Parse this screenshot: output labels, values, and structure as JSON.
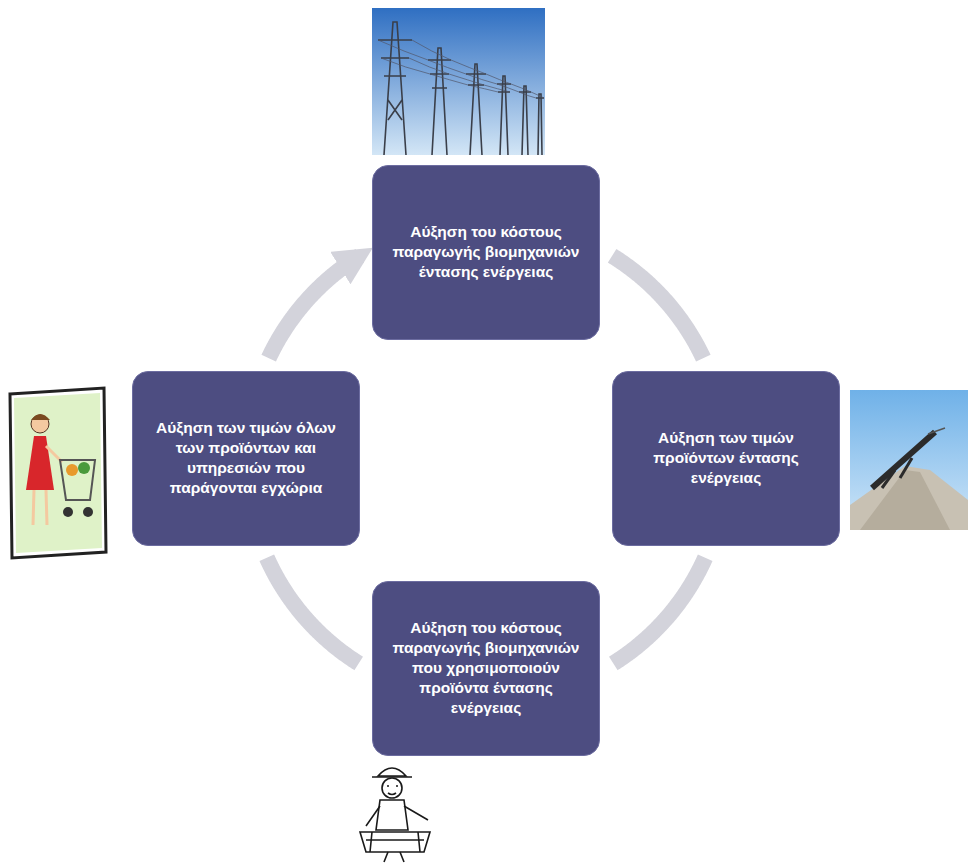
{
  "diagram": {
    "nodes": [
      {
        "text": [
          "Αύξηση του κόστους παραγωγής βιομηχανιών έντασης ενέργειας"
        ]
      },
      {
        "text": [
          "Αύξηση των τιμών όλων των προϊόντων και υπηρεσιών που παράγονται εγχώρια"
        ]
      },
      {
        "text": [
          "Αύξηση των τιμών προϊόντων έντασης ενέργειας"
        ]
      },
      {
        "text": [
          "Αύξηση του κόστους παραγωγής βιομηχανιών που χρησιμοποιούν προϊόντα έντασης ενέργειας"
        ]
      }
    ],
    "edges": [
      {
        "from": 0,
        "to": 2,
        "arrow": "none"
      },
      {
        "from": 2,
        "to": 3,
        "arrow": "none"
      },
      {
        "from": 3,
        "to": 1,
        "arrow": "none"
      },
      {
        "from": 1,
        "to": 0,
        "arrow": "to"
      }
    ]
  }
}
